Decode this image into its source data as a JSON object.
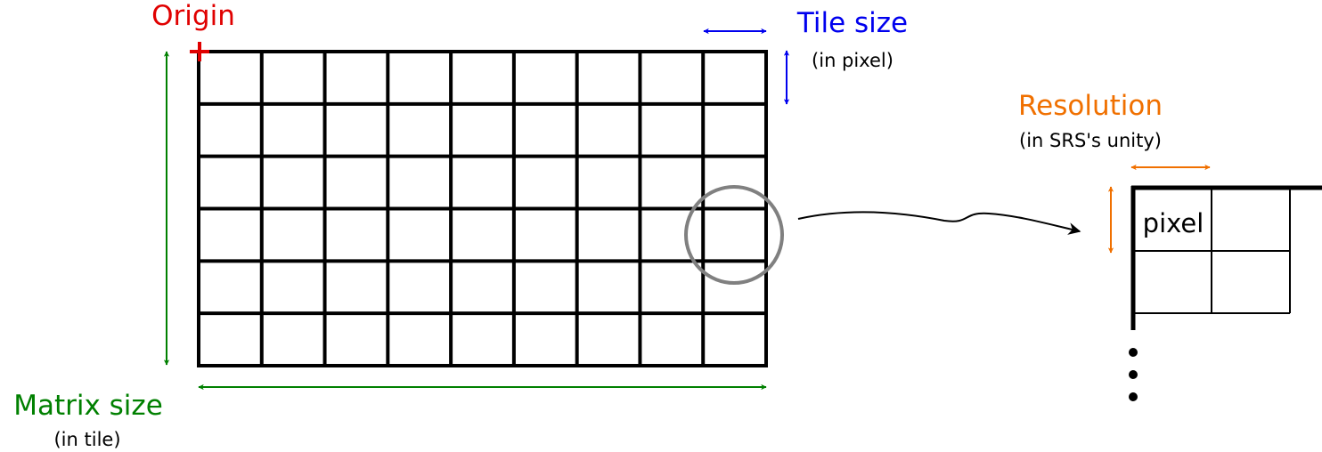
{
  "labels": {
    "origin": "Origin",
    "tile_size": "Tile size",
    "tile_size_unit": "(in pixel)",
    "resolution": "Resolution",
    "resolution_unit": "(in SRS's unity)",
    "matrix_size": "Matrix size",
    "matrix_size_unit": "(in tile)",
    "pixel": "pixel"
  },
  "grid": {
    "columns": 9,
    "rows": 6
  },
  "colors": {
    "origin": "#e00000",
    "tile_size": "#0000ee",
    "resolution": "#f07000",
    "matrix_size": "#008000",
    "grid": "#000000",
    "zoom_circle": "#808080"
  }
}
